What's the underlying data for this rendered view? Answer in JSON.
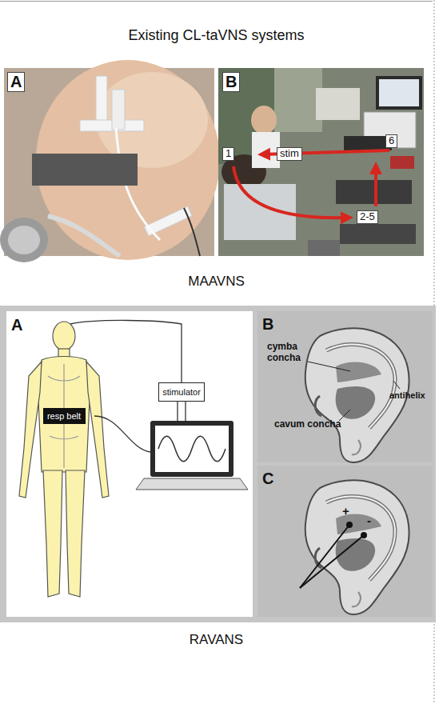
{
  "diagram": {
    "title": "Existing CL-taVNS systems",
    "nodes": [
      {
        "text": [
          "stimulator"
        ]
      },
      {
        "text": [
          "resp belt"
        ]
      }
    ],
    "labels": [
      "A",
      "B",
      "1",
      "stim",
      "6",
      "2-5",
      "MAAVNS",
      "A",
      "B",
      "cymba concha",
      "antihelix",
      "cavum concha",
      "C",
      "+",
      "-",
      "RAVANS"
    ]
  }
}
